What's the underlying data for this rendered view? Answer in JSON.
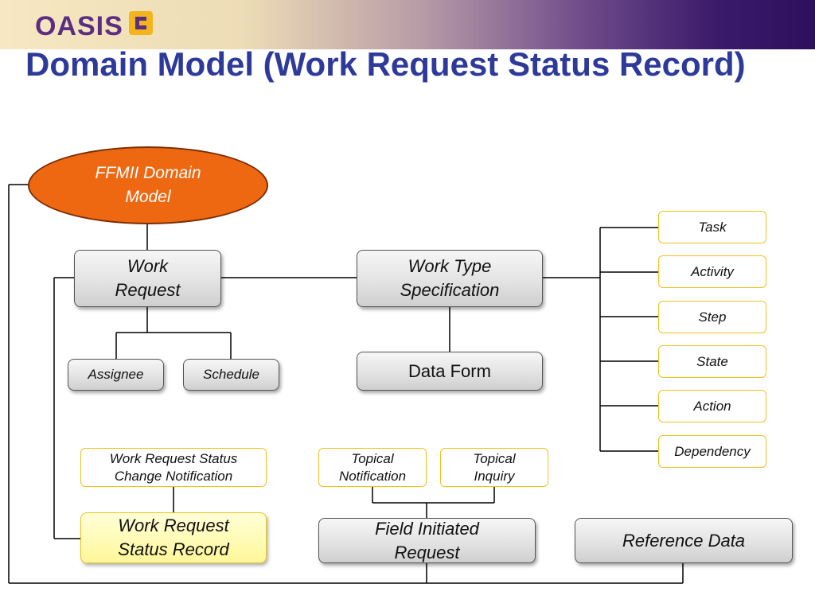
{
  "header": {
    "logo_text": "OASIS",
    "title": "Domain Model (Work Request Status Record)"
  },
  "nodes": {
    "ffmii": "FFMII Domain Model",
    "work_request": "Work Request",
    "work_type_spec": "Work Type Specification",
    "assignee": "Assignee",
    "schedule": "Schedule",
    "data_form": "Data Form",
    "task": "Task",
    "activity": "Activity",
    "step": "Step",
    "state": "State",
    "action": "Action",
    "dependency": "Dependency",
    "wr_status_change": "Work Request Status Change Notification",
    "topical_notification": "Topical Notification",
    "topical_inquiry": "Topical Inquiry",
    "wr_status_record": "Work Request Status Record",
    "field_initiated": "Field Initiated Request",
    "reference_data": "Reference Data"
  },
  "colors": {
    "ellipse_fill": "#ee6812",
    "title": "#2e3a9a",
    "highlight": "#fff79a",
    "outline": "#f2c01e"
  }
}
